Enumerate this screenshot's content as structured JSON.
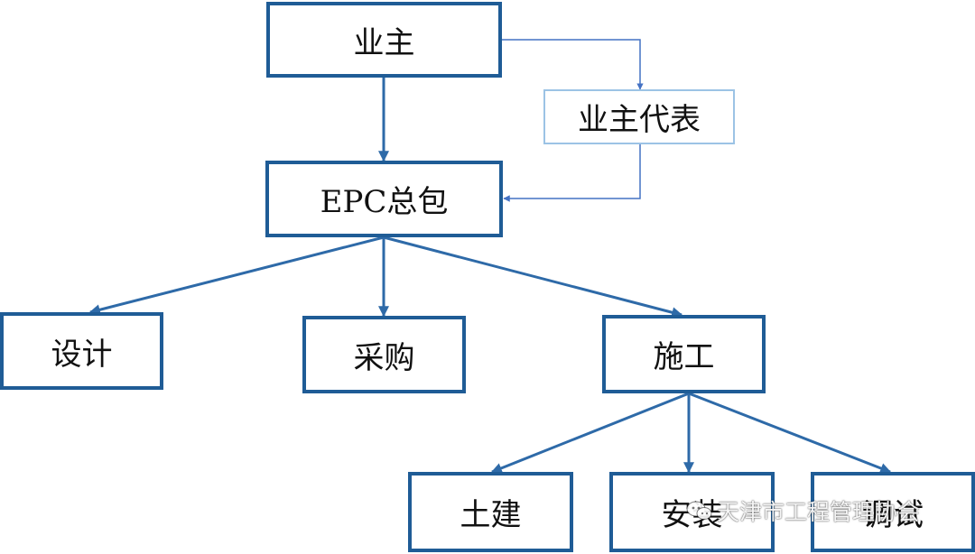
{
  "nodes": {
    "owner": "业主",
    "owner_rep": "业主代表",
    "epc": "EPC总包",
    "design": "设计",
    "procurement": "采购",
    "construction": "施工",
    "civil": "土建",
    "installation": "安装",
    "commissioning": "调试"
  },
  "watermark": {
    "text": "天津市工程管理协会",
    "icon": "wechat-icon"
  },
  "colors": {
    "box_border": "#1f5c96",
    "rep_border": "#9cc3e5",
    "arrow_main": "#2e6aa8",
    "arrow_rep": "#4472c4"
  }
}
